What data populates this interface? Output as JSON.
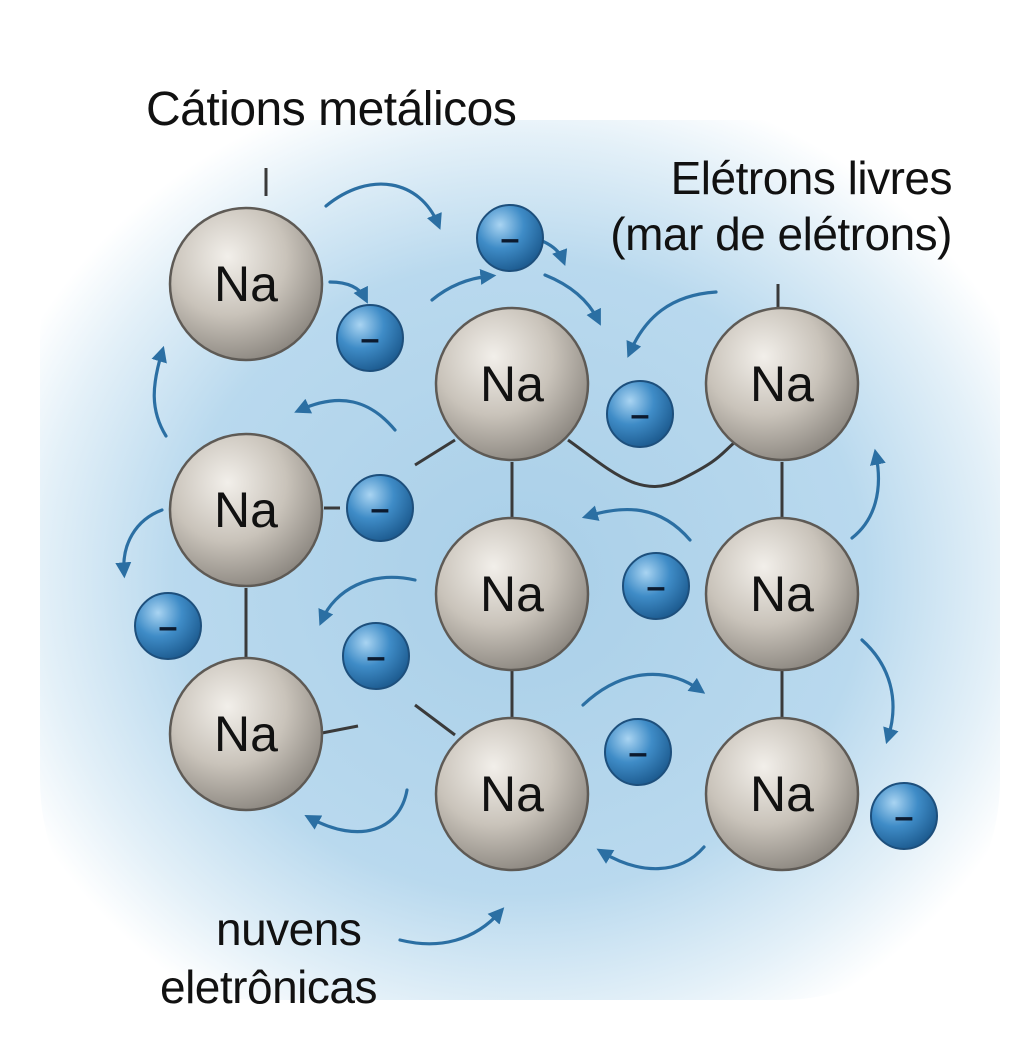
{
  "labels": {
    "cations": "Cátions metálicos",
    "free_electrons_line1": "Elétrons livres",
    "free_electrons_line2": "(mar de elétrons)",
    "clouds_line1": "nuvens",
    "clouds_line2": "eletrônicas"
  },
  "cation_symbol": "Na",
  "electron_symbol": "–",
  "counts": {
    "cations": 9,
    "electrons": 9
  },
  "colors": {
    "background_glow": "#b9d9ee",
    "cation_fill": "#c9c3ba",
    "cation_edge": "#5e5a55",
    "electron_fill": "#3f8cc7",
    "electron_edge": "#1d4f7c",
    "arrow": "#2b6fa3",
    "bond": "#3a3a3a"
  }
}
